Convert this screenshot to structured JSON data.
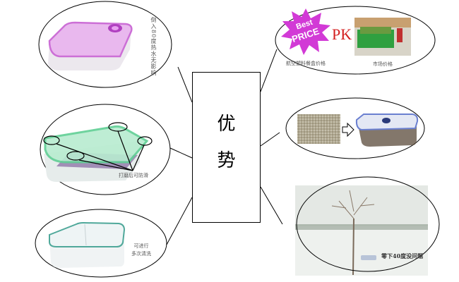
{
  "center": {
    "line1": "优",
    "line2": "势"
  },
  "nodes": {
    "heat": {
      "label": "倒入80度热水无影响",
      "box_color": "#d98be0"
    },
    "antislip": {
      "label": "打磨后可防滑",
      "box_color": "#7fd9a8"
    },
    "wash": {
      "label_line1": "可进行",
      "label_line2": "多次清洗",
      "box_color": "#4fa89a"
    },
    "price": {
      "badge_top": "Best",
      "badge_bottom": "PRICE",
      "pk": "PK",
      "left_caption": "航空塑料餐盒价格",
      "right_caption": "市场价格",
      "badge_color": "#d23ad6"
    },
    "storage": {
      "arrow": "⇨",
      "box_color": "#6a7fd0"
    },
    "cold": {
      "label": "零下40度没问题"
    }
  },
  "colors": {
    "line": "#000000",
    "pk": "#d42020"
  }
}
